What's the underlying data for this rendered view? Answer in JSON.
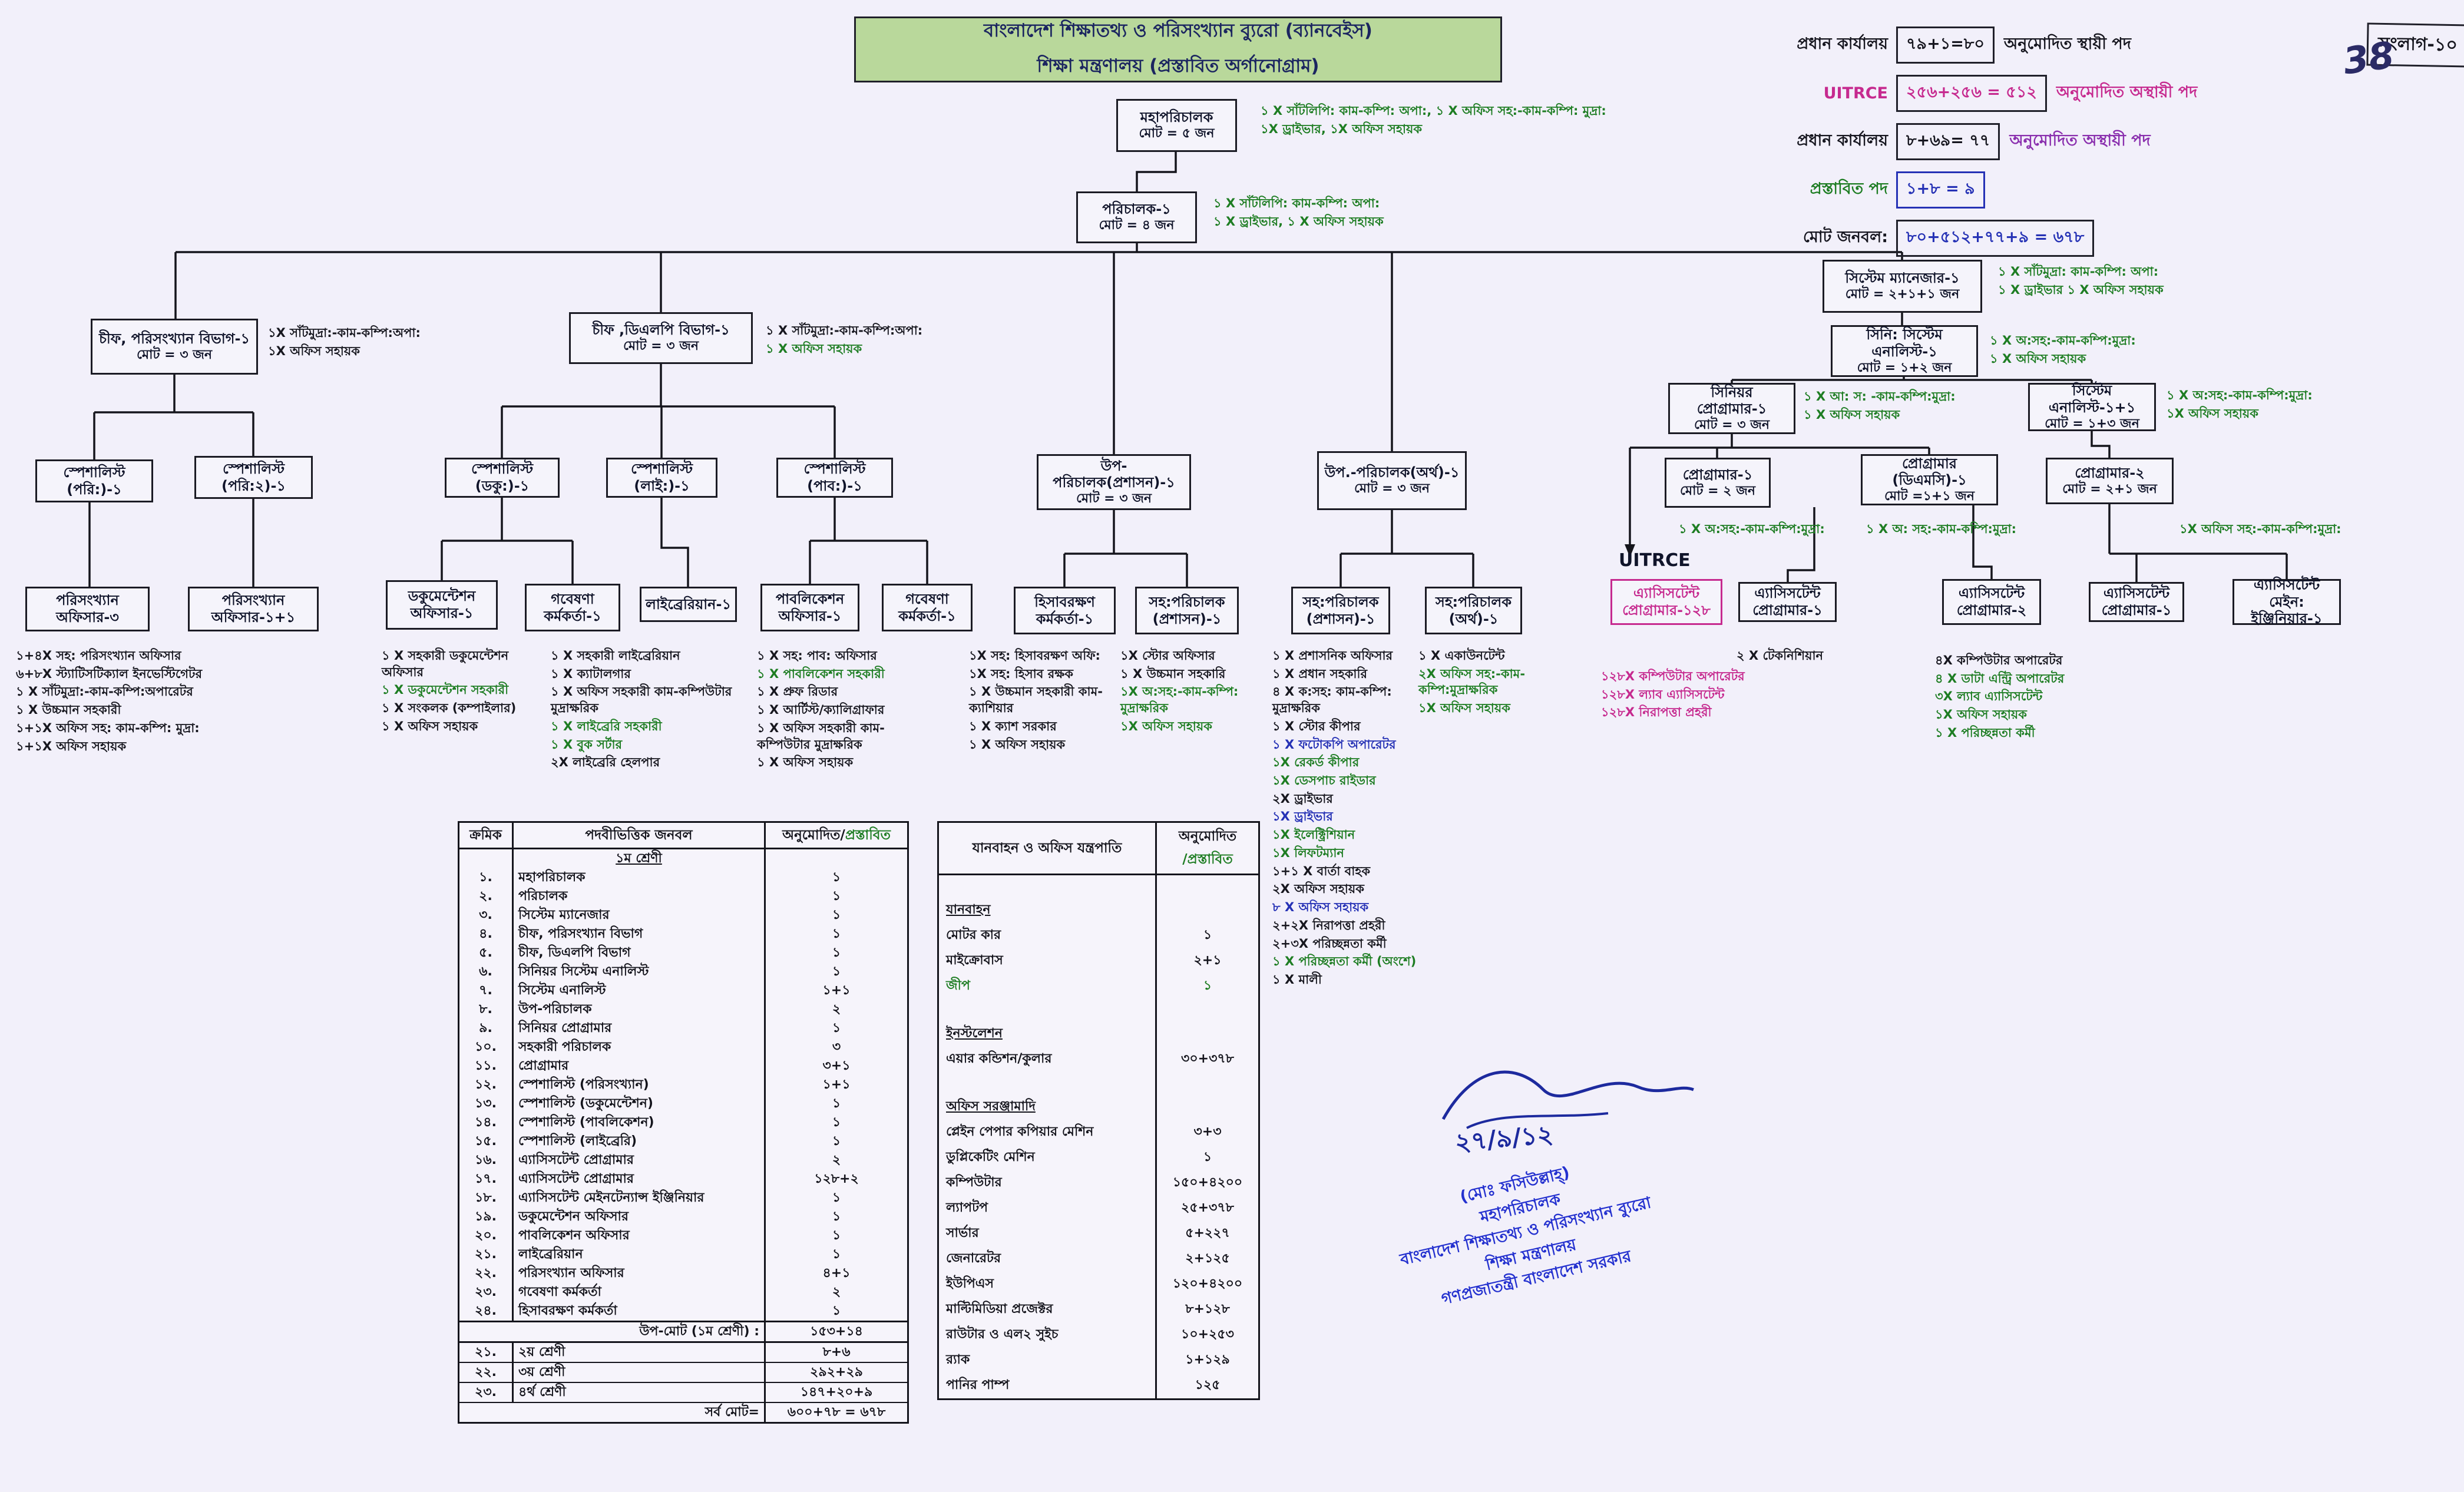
{
  "header": {
    "title_line1": "বাংলাদেশ শিক্ষাতথ্য ও পরিসংখ্যান ব্যুরো (ব্যানবেইস)",
    "title_line2": "শিক্ষা মন্ত্রণালয় (প্রস্তাবিত অর্গানোগ্রাম)",
    "page_tag": "সংলাগ-১০",
    "handwritten_note": "38"
  },
  "stats": {
    "rows": [
      {
        "label": "প্রধান কার্যালয়",
        "value": "৭৯+১=৮০",
        "desc": "অনুমোদিত স্থায়ী পদ"
      },
      {
        "label": "UITRCE",
        "value": "২৫৬+২৫৬ = ৫১২",
        "desc": "অনুমোদিত অস্থায়ী পদ"
      },
      {
        "label": "প্রধান কার্যালয়",
        "value": "৮+৬৯= ৭৭",
        "desc": "অনুমোদিত অস্থায়ী পদ"
      },
      {
        "label": "প্রস্তাবিত পদ",
        "value": "১+৮ = ৯",
        "desc": ""
      },
      {
        "label": "মোট জনবল:",
        "value": "৮০+৫১২+৭৭+৯ = ৬৭৮",
        "desc": ""
      }
    ]
  },
  "nodes": {
    "dg": {
      "title": "মহাপরিচালক",
      "total": "মোট = ৫ জন"
    },
    "director": {
      "title": "পরিচালক-১",
      "total": "মোট = ৪ জন"
    },
    "stat_chief": {
      "title": "চীফ, পরিসংখ্যান বিভাগ-১",
      "total": "মোট = ৩ জন"
    },
    "dlp_chief": {
      "title": "চীফ ,ডিএলপি বিভাগ-১",
      "total": "মোট = ৩ জন"
    },
    "sys_manager": {
      "title": "সিস্টেম ম্যানেজার-১",
      "total": "মোট = ২+১+১ জন"
    },
    "sr_sys_analyst": {
      "title": "সিনি: সিস্টেম এনালিস্ট-১",
      "total": "মোট = ১+২ জন"
    },
    "sr_programmer": {
      "title": "সিনিয়র প্রোগ্রামার-১",
      "total": "মোট = ৩ জন"
    },
    "sys_analyst": {
      "title": "সিস্টেম এনালিস্ট-১+১",
      "total": "মোট = ১+৩ জন"
    },
    "programmer1": {
      "title": "প্রোগ্রামার-১",
      "total": "মোট = ২ জন"
    },
    "programmer_dmc": {
      "title": "প্রোগ্রামার (ডিএমসি)-১",
      "total": "মোট =১+১ জন"
    },
    "programmer2": {
      "title": "প্রোগ্রামার-২",
      "total": "মোট = ২+১ জন"
    },
    "spec_stat1": {
      "title": "স্পেশালিস্ট (পরি:)-১"
    },
    "spec_stat2": {
      "title": "স্পেশালিস্ট (পরি:২)-১"
    },
    "stat_officer3": {
      "title": "পরিসংখ্যান অফিসার-৩"
    },
    "stat_officer11": {
      "title": "পরিসংখ্যান অফিসার-১+১"
    },
    "spec_doc": {
      "title": "স্পেশালিস্ট (ডকু:)-১"
    },
    "spec_lib": {
      "title": "স্পেশালিস্ট (লাই:)-১"
    },
    "spec_pub": {
      "title": "স্পেশালিস্ট (পাব:)-১"
    },
    "doc_officer": {
      "title": "ডকুমেন্টেশন অফিসার-১"
    },
    "res_officer1": {
      "title": "গবেষণা কর্মকর্তা-১"
    },
    "librarian": {
      "title": "লাইব্রেরিয়ান-১"
    },
    "pub_officer": {
      "title": "পাবলিকেশন অফিসার-১"
    },
    "res_officer2": {
      "title": "গবেষণা কর্মকর্তা-১"
    },
    "admin_dd": {
      "title": "উপ-পরিচালক(প্রশাসন)-১",
      "total": "মোট = ৩ জন"
    },
    "finance_dd": {
      "title": "উপ.-পরিচালক(অর্থ)-১",
      "total": "মোট = ৩ জন"
    },
    "accounts_officer": {
      "title": "হিসাবরক্ষণ কর্মকর্তা-১"
    },
    "ad_admin1": {
      "title": "সহ:পরিচালক (প্রশাসন)-১"
    },
    "ad_admin2": {
      "title": "সহ:পরিচালক (প্রশাসন)-১"
    },
    "ad_finance": {
      "title": "সহ:পরিচালক (অর্থ)-১"
    },
    "uitrce_ap128": {
      "title": "এ্যাসিসটেন্ট প্রোগ্রামার-১২৮"
    },
    "uitrce_ap1": {
      "title": "এ্যাসিসটেন্ট প্রোগ্রামার-১"
    },
    "ap2": {
      "title": "এ্যাসিসটেন্ট প্রোগ্রামার-২"
    },
    "ap1b": {
      "title": "এ্যাসিসটেন্ট প্রোগ্রামার-১"
    },
    "ame": {
      "title": "এ্যাসিসটেন্ট মেইন: ইঞ্জিনিয়ার-১"
    }
  },
  "labels": {
    "uitrce": "UITRCE"
  },
  "notes": {
    "dg": [
      {
        "t": "১ X সাঁটলিপি: কাম-কম্পি: অপা:,  ১ X অফিস সহ:-কাম-কম্পি: মুদ্রা:",
        "c": "g"
      },
      {
        "t": "১X ড্রাইভার,  ১X অফিস সহায়ক",
        "c": "g"
      }
    ],
    "director": [
      {
        "t": "১ X সাঁটলিপি: কাম-কম্পি: অপা:",
        "c": "g"
      },
      {
        "t": "১ X ড্রাইভার, ১ X অফিস সহায়ক",
        "c": "g"
      }
    ],
    "stat_chief": [
      {
        "t": "১X সাঁটমুদ্রা:-কাম-কম্পি:অপা:",
        "c": "k"
      },
      {
        "t": "১X অফিস সহায়ক",
        "c": "k"
      }
    ],
    "dlp_chief": [
      {
        "t": "১ X সাঁটমুদ্রা:-কাম-কম্পি:অপা:",
        "c": "k"
      },
      {
        "t": "১ X অফিস সহায়ক",
        "c": "g"
      }
    ],
    "sys_manager": [
      {
        "t": "১ X সাঁটমুদ্রা: কাম-কম্পি: অপা:",
        "c": "g"
      },
      {
        "t": "১ X ড্রাইভার ১ X অফিস সহায়ক",
        "c": "g"
      }
    ],
    "sr_sys_analyst": [
      {
        "t": "১ X অ:সহ:-কাম-কম্পি:মুদ্রা:",
        "c": "g"
      },
      {
        "t": "১ X অফিস সহায়ক",
        "c": "g"
      }
    ],
    "sr_programmer": [
      {
        "t": "১ X আ: স: -কাম-কম্পি:মুদ্রা:",
        "c": "g"
      },
      {
        "t": "১ X অফিস সহায়ক",
        "c": "g"
      }
    ],
    "sys_analyst": [
      {
        "t": "১ X অ:সহ:-কাম-কম্পি:মুদ্রা:",
        "c": "g"
      },
      {
        "t": "১X অফিস সহায়ক",
        "c": "g"
      }
    ],
    "programmer1": [
      {
        "t": "১ X অ:সহ:-কাম-কম্পি:মুদ্রা:",
        "c": "g"
      }
    ],
    "programmer_dmc": [
      {
        "t": "১ X অ: সহ:-কাম-কম্পি:মুদ্রা:",
        "c": "g"
      }
    ],
    "programmer2": [
      {
        "t": "১X অফিস সহ:-কাম-কম্পি:মুদ্রা:",
        "c": "g"
      }
    ],
    "uitrce": [
      {
        "t": "১২৮X কম্পিউটার অপারেটর",
        "c": "p"
      },
      {
        "t": "১২৮X ল্যাব এ্যাসিসটেন্ট",
        "c": "p"
      },
      {
        "t": "১২৮X নিরাপত্তা প্রহরী",
        "c": "p"
      }
    ],
    "technician": [
      {
        "t": "২ X টেকনিশিয়ান",
        "c": "k"
      }
    ],
    "ap2": [
      {
        "t": "৪X কম্পিউটার অপারেটর",
        "c": "k"
      },
      {
        "t": "৪ X ডাটা এন্ট্রি অপারেটর",
        "c": "g"
      },
      {
        "t": "৩X ল্যাব এ্যাসিসটেন্ট",
        "c": "g"
      },
      {
        "t": "১X অফিস সহায়ক",
        "c": "g"
      },
      {
        "t": "১ X পরিচ্ছন্নতা কর্মী",
        "c": "g"
      }
    ],
    "stat_branch": [
      {
        "t": "১+৪X সহ: পরিসংখ্যান অফিসার",
        "c": "k"
      },
      {
        "t": "৬+৮X স্ট্যাটিসটিক্যাল ইনভেস্টিগেটর",
        "c": "k"
      },
      {
        "t": "১ X সাঁটমুদ্রা:-কাম-কম্পি:অপারেটর",
        "c": "k"
      },
      {
        "t": "১ X উচ্চমান সহকারী",
        "c": "k"
      },
      {
        "t": "১+১X অফিস সহ: কাম-কম্পি: মুদ্রা:",
        "c": "k"
      },
      {
        "t": "১+১X অফিস সহায়ক",
        "c": "k"
      }
    ],
    "doc": [
      {
        "t": "১ X সহকারী ডকুমেন্টেশন অফিসার",
        "c": "k"
      },
      {
        "t": "১ X ডকুমেন্টেশন সহকারী",
        "c": "g"
      },
      {
        "t": "১ X সংকলক (কম্পাইলার)",
        "c": "k"
      },
      {
        "t": "১ X অফিস সহায়ক",
        "c": "k"
      }
    ],
    "lib": [
      {
        "t": "১ X সহকারী লাইব্রেরিয়ান",
        "c": "k"
      },
      {
        "t": "১ X ক্যাটালগার",
        "c": "k"
      },
      {
        "t": "১ X অফিস সহকারী কাম-কম্পিউটার মুদ্রাক্ষরিক",
        "c": "k"
      },
      {
        "t": "১ X লাইব্রেরি সহকারী",
        "c": "g"
      },
      {
        "t": "১ X বুক সর্টার",
        "c": "g"
      },
      {
        "t": "২X লাইব্রেরি হেলপার",
        "c": "k"
      }
    ],
    "pub": [
      {
        "t": "১ X সহ: পাব: অফিসার",
        "c": "k"
      },
      {
        "t": "১ X পাবলিকেশন সহকারী",
        "c": "g"
      },
      {
        "t": "১ X প্রুফ রিডার",
        "c": "k"
      },
      {
        "t": "১ X আর্টিস্ট/ক্যালিগ্রাফার",
        "c": "k"
      },
      {
        "t": "১ X অফিস সহকারী কাম-কম্পিউটার মুদ্রাক্ষরিক",
        "c": "k"
      },
      {
        "t": "১ X অফিস সহায়ক",
        "c": "k"
      }
    ],
    "accounts": [
      {
        "t": "১X সহ: হিসাবরক্ষণ অফি:",
        "c": "k"
      },
      {
        "t": "১X সহ: হিসাব রক্ষক",
        "c": "k"
      },
      {
        "t": "১ X উচ্চমান সহকারী কাম- ক্যাশিয়ার",
        "c": "k"
      },
      {
        "t": "১ X ক্যাশ সরকার",
        "c": "k"
      },
      {
        "t": "১ X অফিস সহায়ক",
        "c": "k"
      }
    ],
    "ad_admin1": [
      {
        "t": "১X স্টোর অফিসার",
        "c": "k"
      },
      {
        "t": "১ X উচ্চমান সহকারি",
        "c": "k"
      },
      {
        "t": "১X অ:সহ:-কাম-কম্পি: মুদ্রাক্ষরিক",
        "c": "g"
      },
      {
        "t": "১X অফিস সহায়ক",
        "c": "g"
      }
    ],
    "ad_admin2": [
      {
        "t": "১ X প্রশাসনিক অফিসার",
        "c": "k"
      },
      {
        "t": "১ X প্রধান সহকারি",
        "c": "k"
      },
      {
        "t": "৪ X ক:সহ: কাম-কম্পি: মুদ্রাক্ষরিক",
        "c": "k"
      },
      {
        "t": "১ X স্টোর কীপার",
        "c": "k"
      },
      {
        "t": "১ X ফটোকপি অপারেটর",
        "c": "b"
      },
      {
        "t": "১X রেকর্ড কীপার",
        "c": "g"
      },
      {
        "t": "১X ডেসপাচ রাইডার",
        "c": "g"
      },
      {
        "t": "২X ড্রাইভার",
        "c": "k"
      },
      {
        "t": "১X ড্রাইভার",
        "c": "b"
      },
      {
        "t": "১X ইলেক্ট্রিশিয়ান",
        "c": "g"
      },
      {
        "t": "১X লিফটম্যান",
        "c": "g"
      },
      {
        "t": "১+১ X বার্তা বাহক",
        "c": "k"
      },
      {
        "t": "২X অফিস সহায়ক",
        "c": "k"
      },
      {
        "t": "৮ X অফিস সহায়ক",
        "c": "b"
      },
      {
        "t": "২+২X নিরাপত্তা প্রহরী",
        "c": "k"
      },
      {
        "t": "২+৩X পরিচ্ছন্নতা কর্মী",
        "c": "k"
      },
      {
        "t": "১ X পরিচ্ছন্নতা কর্মী (অংশে)",
        "c": "g"
      },
      {
        "t": "১ X মালী",
        "c": "k"
      }
    ],
    "ad_finance": [
      {
        "t": "১ X একাউনটেন্ট",
        "c": "k"
      },
      {
        "t": "২X অফিস সহ:-কাম- কম্পি:মুদ্রাক্ষরিক",
        "c": "g"
      },
      {
        "t": "১X অফিস সহায়ক",
        "c": "g"
      }
    ]
  },
  "staff_table": {
    "header_sl": "ক্রমিক",
    "header_name": "পদবীভিত্তিক জনবল",
    "header_approved": "অনুমোদিত/",
    "header_proposed": "প্রস্তাবিত",
    "group1_label": "১ম শ্রেণী",
    "rows": [
      {
        "sl": "১.",
        "name": "মহাপরিচালক",
        "val": "১"
      },
      {
        "sl": "২.",
        "name": "পরিচালক",
        "val": "১"
      },
      {
        "sl": "৩.",
        "name": "সিস্টেম ম্যানেজার",
        "val": "১"
      },
      {
        "sl": "৪.",
        "name": "চীফ, পরিসংখ্যান বিভাগ",
        "val": "১"
      },
      {
        "sl": "৫.",
        "name": "চীফ, ডিএলপি বিভাগ",
        "val": "১"
      },
      {
        "sl": "৬.",
        "name": "সিনিয়র সিস্টেম এনালিস্ট",
        "val": "১"
      },
      {
        "sl": "৭.",
        "name": "সিস্টেম এনালিস্ট",
        "val": "১+১"
      },
      {
        "sl": "৮.",
        "name": "উপ-পরিচালক",
        "val": "২"
      },
      {
        "sl": "৯.",
        "name": "সিনিয়র প্রোগ্রামার",
        "val": "১"
      },
      {
        "sl": "১০.",
        "name": "সহকারী পরিচালক",
        "val": "৩"
      },
      {
        "sl": "১১.",
        "name": "প্রোগ্রামার",
        "val": "৩+১"
      },
      {
        "sl": "১২.",
        "name": "স্পেশালিস্ট (পরিসংখ্যান)",
        "val": "১+১"
      },
      {
        "sl": "১৩.",
        "name": "স্পেশালিস্ট (ডকুমেন্টেশন)",
        "val": "১"
      },
      {
        "sl": "১৪.",
        "name": "স্পেশালিস্ট (পাবলিকেশন)",
        "val": "১"
      },
      {
        "sl": "১৫.",
        "name": "স্পেশালিস্ট (লাইব্রেরি)",
        "val": "১"
      },
      {
        "sl": "১৬.",
        "name": "এ্যাসিসটেন্ট প্রোগ্রামার",
        "val": "২"
      },
      {
        "sl": "১৭.",
        "name": "এ্যাসিসটেন্ট প্রোগ্রামার",
        "val": "১২৮+২"
      },
      {
        "sl": "১৮.",
        "name": "এ্যাসিসটেন্ট মেইনটেন্যান্স ইঞ্জিনিয়ার",
        "val": "১"
      },
      {
        "sl": "১৯.",
        "name": "ডকুমেন্টেশন অফিসার",
        "val": "১"
      },
      {
        "sl": "২০.",
        "name": "পাবলিকেশন অফিসার",
        "val": "১"
      },
      {
        "sl": "২১.",
        "name": "লাইব্রেরিয়ান",
        "val": "১"
      },
      {
        "sl": "২২.",
        "name": "পরিসংখ্যান অফিসার",
        "val": "৪+১"
      },
      {
        "sl": "২৩.",
        "name": "গবেষণা কর্মকর্তা",
        "val": "২"
      },
      {
        "sl": "২৪.",
        "name": "হিসাবরক্ষণ কর্মকর্তা",
        "val": "১"
      }
    ],
    "subtotal_label": "উপ-মোট (১ম শ্রেণী) :",
    "subtotal_value": "১৫৩+১৪",
    "class_rows": [
      {
        "sl": "২১.",
        "name": "২য় শ্রেণী",
        "val": "৮+৬"
      },
      {
        "sl": "২২.",
        "name": "৩য় শ্রেণী",
        "val": "২৯২+২৯"
      },
      {
        "sl": "২৩.",
        "name": "৪র্থ শ্রেণী",
        "val": "১৪৭+২০+৯"
      }
    ],
    "grand_label": "সর্ব মোট=",
    "grand_value": "৬০০+৭৮ = ৬৭৮"
  },
  "equipment_table": {
    "header_name": "যানবাহন ও অফিস যন্ত্রপাতি",
    "header_approved": "অনুমোদিত",
    "header_proposed": "/প্রস্তাবিত",
    "rows": [
      {
        "name": "",
        "val": ""
      },
      {
        "name": "যানবাহন",
        "val": "",
        "nc": "sec"
      },
      {
        "name": "মোটর কার",
        "val": "১"
      },
      {
        "name": "মাইক্রোবাস",
        "val": "২+১"
      },
      {
        "name": "জীপ",
        "val": "১",
        "nc": "g",
        "vc": "g"
      },
      {
        "name": "",
        "val": ""
      },
      {
        "name": "ইনস্টলেশন",
        "val": "",
        "nc": "sec"
      },
      {
        "name": "এয়ার কন্ডিশন/কুলার",
        "val": "৩০+৩৭৮"
      },
      {
        "name": "",
        "val": ""
      },
      {
        "name": "অফিস সরঞ্জামাদি",
        "val": "",
        "nc": "sec"
      },
      {
        "name": "প্লেইন পেপার কপিয়ার মেশিন",
        "val": "৩+৩"
      },
      {
        "name": "ডুপ্লিকেটিং মেশিন",
        "val": "১"
      },
      {
        "name": "কম্পিউটার",
        "val": "১৫০+৪২০০"
      },
      {
        "name": "ল্যাপটপ",
        "val": "২৫+৩৭৮"
      },
      {
        "name": "সার্ভার",
        "val": "৫+২২৭"
      },
      {
        "name": "জেনারেটর",
        "val": "২+১২৫"
      },
      {
        "name": "ইউপিএস",
        "val": "১২০+৪২০০"
      },
      {
        "name": "মাল্টিমিডিয়া প্রজেক্টর",
        "val": "৮+১২৮"
      },
      {
        "name": "রাউটার ও এল২ সুইচ",
        "val": "১০+২৫৩"
      },
      {
        "name": "র‌্যাক",
        "val": "১+১২৯"
      },
      {
        "name": "পানির পাম্প",
        "val": "১২৫"
      }
    ]
  },
  "signature": {
    "date": "২৭/৯/১২",
    "stamp_lines": [
      "(মোঃ ফসিউল্লাহ্)",
      "মহাপরিচালক",
      "বাংলাদেশ শিক্ষাতথ্য ও পরিসংখ্যান ব্যুরো",
      "শিক্ষা মন্ত্রণালয়",
      "গণপ্রজাতন্ত্রী বাংলাদেশ সরকার"
    ]
  }
}
